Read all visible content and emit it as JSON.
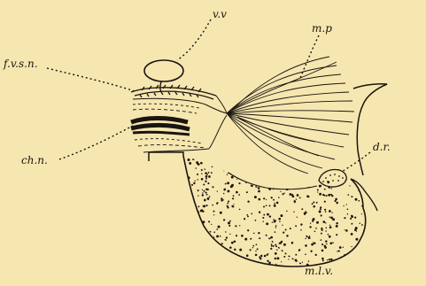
{
  "labels": {
    "vv": "v.v",
    "fvsn": "f.v.s.n.",
    "chn": "ch.n.",
    "mp": "m.p",
    "dr": "d.r.",
    "mlv": "m.l.v."
  }
}
